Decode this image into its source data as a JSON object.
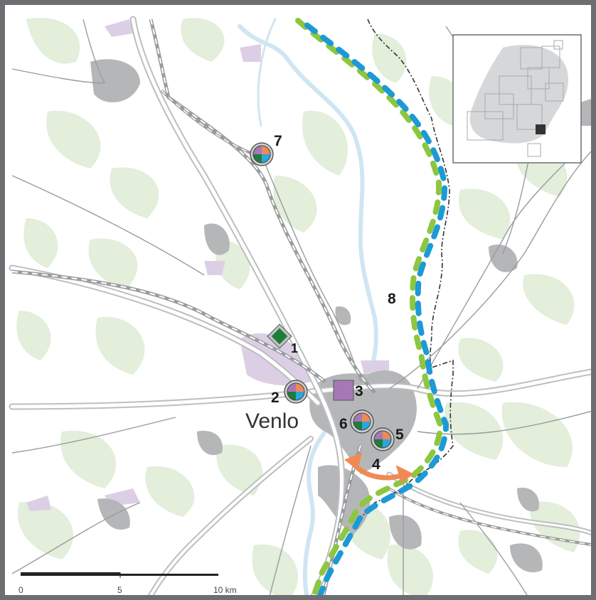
{
  "city_label": "Venlo",
  "markers": [
    {
      "id": "1",
      "label": "1",
      "kind": "green-diamond"
    },
    {
      "id": "2",
      "label": "2",
      "kind": "quad-circle"
    },
    {
      "id": "3",
      "label": "3",
      "kind": "purple-square"
    },
    {
      "id": "4",
      "label": "4",
      "kind": "orange-arrows"
    },
    {
      "id": "5",
      "label": "5",
      "kind": "quad-circle"
    },
    {
      "id": "6",
      "label": "6",
      "kind": "quad-circle"
    },
    {
      "id": "7",
      "label": "7",
      "kind": "quad-circle"
    },
    {
      "id": "8",
      "label": "8",
      "kind": "dashed-corridor"
    }
  ],
  "scale_bar": {
    "labels": [
      "0",
      "5",
      "10 km"
    ]
  },
  "colors": {
    "frame": "#6d6e71",
    "urban": "#a7a9ac",
    "urban_purple": "#d4c6dd",
    "forest": "#e3eedb",
    "river": "#d3e8f3",
    "road": "#b7b8ba",
    "corridor_blue": "#1c9ad6",
    "corridor_green": "#8dc63f",
    "marker_purple": "#a678b5",
    "marker_green": "#1e7d3a",
    "marker_orange": "#f08a55",
    "marker_blue": "#2ba6de"
  },
  "inset": {
    "description_icon": "locator-map-icon"
  }
}
